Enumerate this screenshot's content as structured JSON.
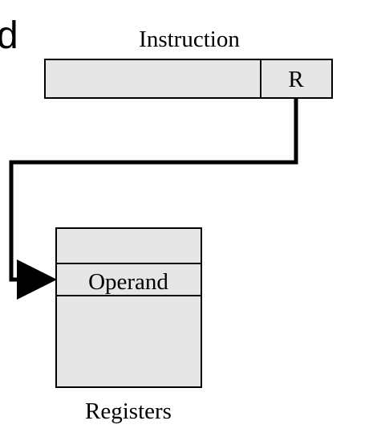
{
  "partial_heading_char": "d",
  "instruction": {
    "label": "Instruction",
    "register_field": "R"
  },
  "registers": {
    "operand_label": "Operand",
    "label": "Registers"
  },
  "colors": {
    "box_fill": "#e6e6e6",
    "stroke": "#000000",
    "background": "#ffffff"
  }
}
